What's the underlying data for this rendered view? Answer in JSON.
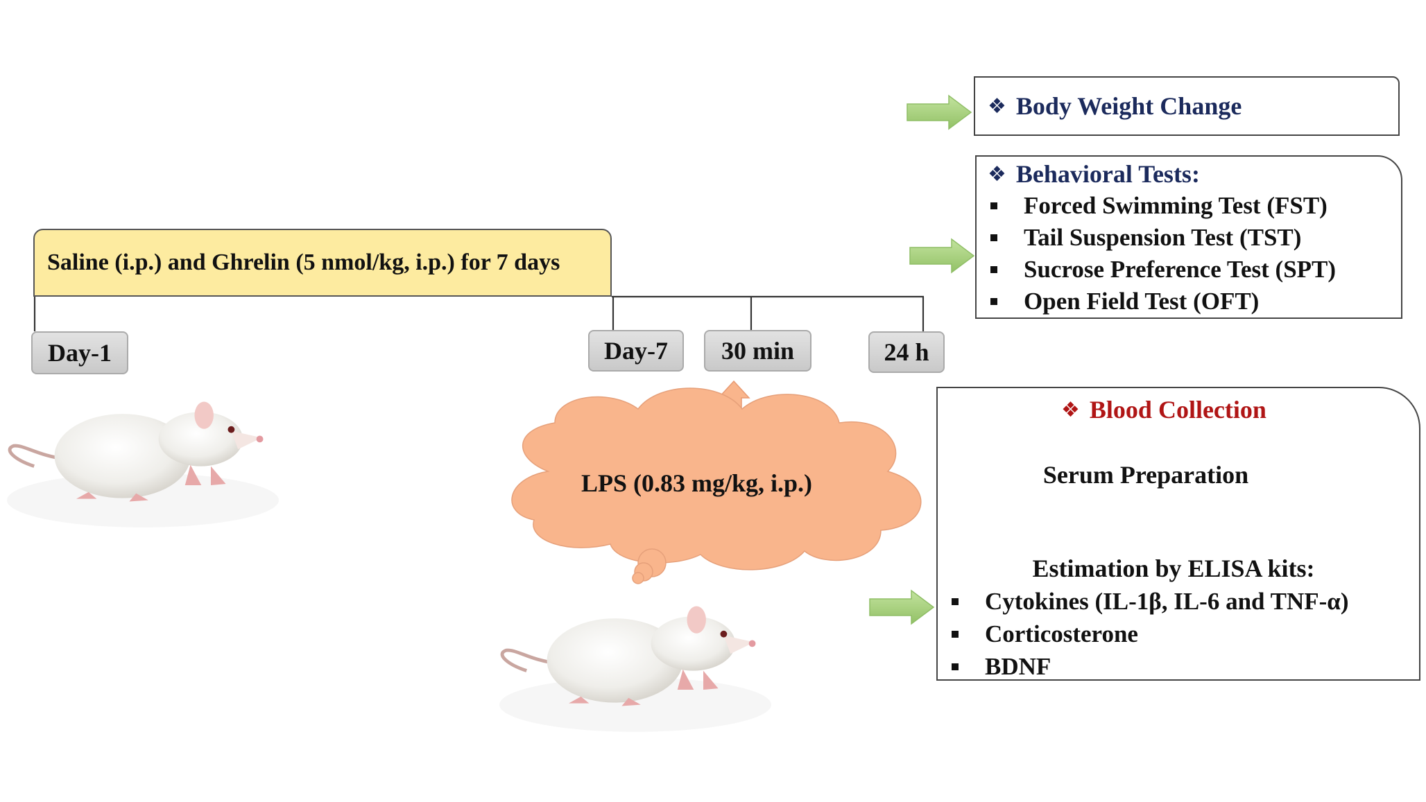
{
  "treatment_label": "Saline (i.p.) and Ghrelin (5 nmol/kg, i.p.) for 7 days",
  "timepoints": {
    "day1": "Day-1",
    "day7": "Day-7",
    "min30": "30 min",
    "h24": "24 h"
  },
  "lps_label": "LPS (0.83 mg/kg, i.p.)",
  "body_weight": {
    "title": "Body Weight Change"
  },
  "behavioral": {
    "title": "Behavioral Tests:",
    "items": [
      "Forced Swimming Test (FST)",
      "Tail Suspension Test (TST)",
      "Sucrose Preference Test (SPT)",
      "Open Field Test (OFT)"
    ]
  },
  "blood": {
    "title": "Blood Collection",
    "step2": "Serum Preparation",
    "step3": "Estimation by ELISA kits:",
    "items": [
      "Cytokines (IL-1β, IL-6 and TNF-α)",
      "Corticosterone",
      "BDNF"
    ]
  },
  "colors": {
    "treatment_fill": "#fdeba0",
    "cloud_fill": "#f9b58c",
    "green_arrow": "#a7d07c",
    "title_navy": "#1b2a5c",
    "title_red": "#b01515",
    "tag_fill": "#d4d4d4"
  },
  "icons": [
    "diamond-bullet-icon",
    "square-bullet-icon",
    "down-arrow-icon",
    "right-arrow-icon",
    "up-arrow-icon",
    "rat-illustration",
    "thought-cloud"
  ]
}
